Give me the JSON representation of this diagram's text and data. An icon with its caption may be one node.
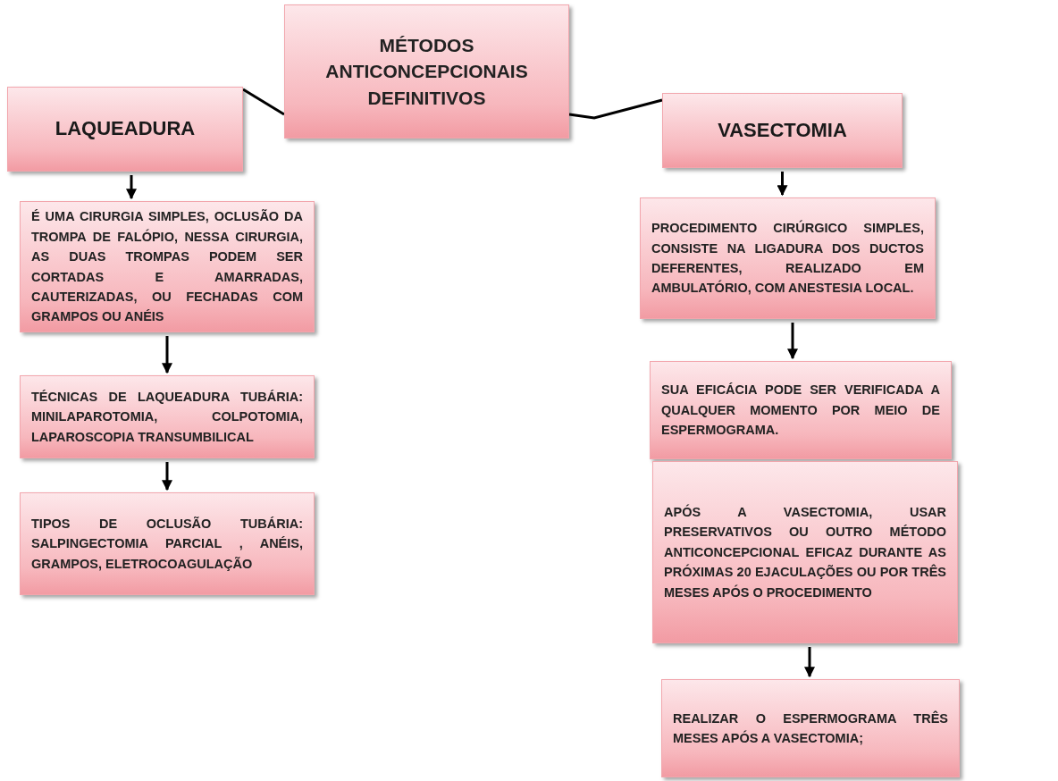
{
  "diagram": {
    "nodes": [
      {
        "text": [
          "MÉTODOS ANTICONCEPCIONAIS DEFINITIVOS"
        ]
      },
      {
        "text": [
          "LAQUEADURA"
        ]
      },
      {
        "text": [
          "VASECTOMIA"
        ]
      },
      {
        "text": [
          "É UMA CIRURGIA SIMPLES, OCLUSÃO DA TROMPA DE FALÓPIO, NESSA CIRURGIA, AS DUAS TROMPAS PODEM SER CORTADAS E AMARRADAS, CAUTERIZADAS, OU FECHADAS COM GRAMPOS OU ANÉIS"
        ]
      },
      {
        "text": [
          "TÉCNICAS DE LAQUEADURA TUBÁRIA: MINILAPAROTOMIA, COLPOTOMIA, LAPAROSCOPIA TRANSUMBILICAL"
        ]
      },
      {
        "text": [
          "TIPOS DE OCLUSÃO TUBÁRIA: SALPINGECTOMIA PARCIAL , ANÉIS, GRAMPOS, ELETROCOAGULAÇÃO"
        ]
      },
      {
        "text": [
          "PROCEDIMENTO CIRÚRGICO SIMPLES, CONSISTE NA LIGADURA DOS DUCTOS DEFERENTES, REALIZADO EM AMBULATÓRIO, COM ANESTESIA LOCAL."
        ]
      },
      {
        "text": [
          "SUA EFICÁCIA PODE SER VERIFICADA A QUALQUER MOMENTO POR MEIO DE ESPERMOGRAMA."
        ]
      },
      {
        "text": [
          "APÓS A VASECTOMIA, USAR PRESERVATIVOS OU OUTRO MÉTODO ANTICONCEPCIONAL EFICAZ DURANTE AS PRÓXIMAS 20 EJACULAÇÕES OU POR TRÊS MESES APÓS O PROCEDIMENTO"
        ]
      },
      {
        "text": [
          "REALIZAR O ESPERMOGRAMA TRÊS MESES APÓS A VASECTOMIA;"
        ]
      }
    ],
    "edges": [
      {
        "from": 0,
        "to": 1,
        "arrow": "none"
      },
      {
        "from": 0,
        "to": 2,
        "arrow": "none"
      },
      {
        "from": 1,
        "to": 3,
        "arrow": "to"
      },
      {
        "from": 3,
        "to": 4,
        "arrow": "to"
      },
      {
        "from": 4,
        "to": 5,
        "arrow": "to"
      },
      {
        "from": 2,
        "to": 6,
        "arrow": "to"
      },
      {
        "from": 6,
        "to": 7,
        "arrow": "to"
      },
      {
        "from": 8,
        "to": 9,
        "arrow": "to"
      }
    ]
  }
}
